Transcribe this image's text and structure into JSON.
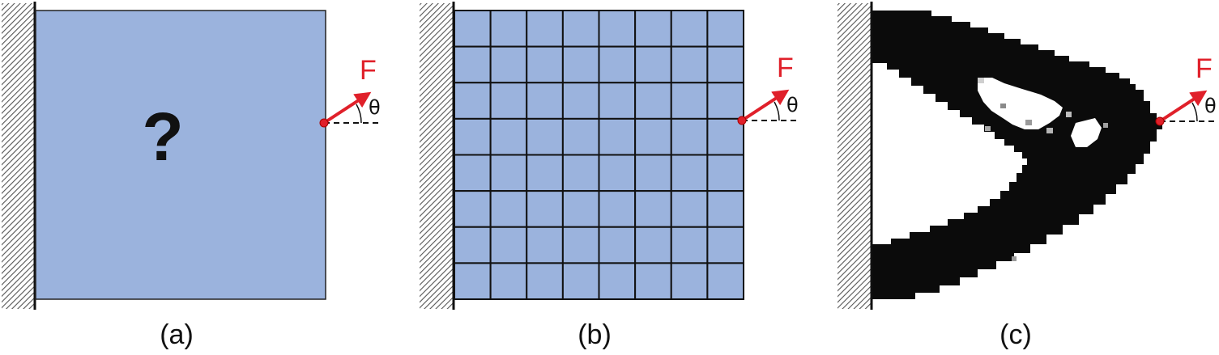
{
  "panels": [
    {
      "id": "a",
      "caption": "(a)",
      "content": "design-domain",
      "center_mark": "?"
    },
    {
      "id": "b",
      "caption": "(b)",
      "content": "finite-element-mesh",
      "mesh_rows": 8,
      "mesh_cols": 8
    },
    {
      "id": "c",
      "caption": "(c)",
      "content": "optimized-topology"
    }
  ],
  "load": {
    "force_label": "F",
    "angle_label": "θ"
  },
  "colors": {
    "domain_fill": "#9bb3dd",
    "structure": "#0b0b0b",
    "force": "#e0202a",
    "wall": "#555555"
  }
}
